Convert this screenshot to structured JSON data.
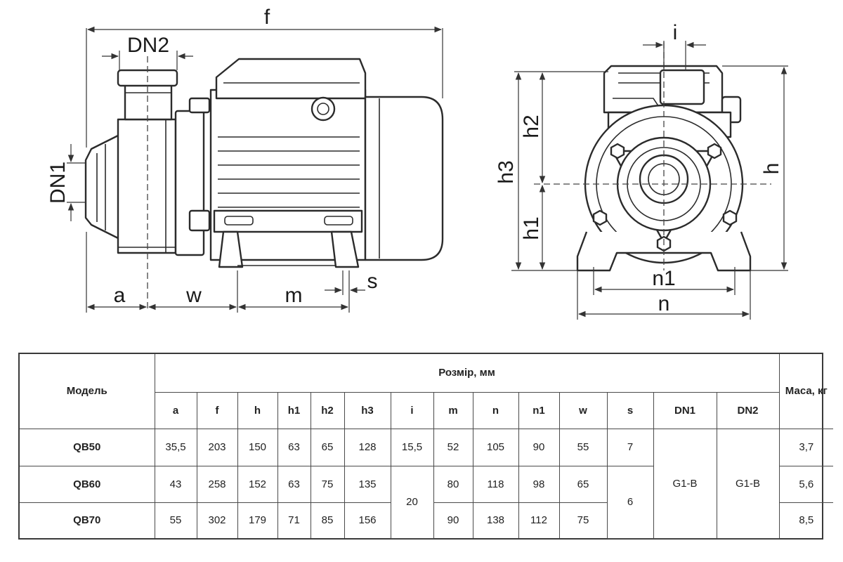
{
  "labels": {
    "f": "f",
    "dn2": "DN2",
    "dn1": "DN1",
    "a": "a",
    "w": "w",
    "m": "m",
    "s": "s",
    "i": "i",
    "h": "h",
    "h1": "h1",
    "h2": "h2",
    "h3": "h3",
    "n": "n",
    "n1": "n1"
  },
  "table": {
    "model_header": "Модель",
    "size_header": "Розмір, мм",
    "mass_header": "Маса, кг",
    "columns": [
      "a",
      "f",
      "h",
      "h1",
      "h2",
      "h3",
      "i",
      "m",
      "n",
      "n1",
      "w",
      "s",
      "DN1",
      "DN2"
    ],
    "rows": [
      {
        "model": "QB50",
        "a": "35,5",
        "f": "203",
        "h": "150",
        "h1": "63",
        "h2": "65",
        "h3": "128",
        "i": "15,5",
        "m": "52",
        "n": "105",
        "n1": "90",
        "w": "55",
        "s": "7",
        "mass": "3,7"
      },
      {
        "model": "QB60",
        "a": "43",
        "f": "258",
        "h": "152",
        "h1": "63",
        "h2": "75",
        "h3": "135",
        "m": "80",
        "n": "118",
        "n1": "98",
        "w": "65",
        "mass": "5,6"
      },
      {
        "model": "QB70",
        "a": "55",
        "f": "302",
        "h": "179",
        "h1": "71",
        "h2": "85",
        "h3": "156",
        "m": "90",
        "n": "138",
        "n1": "112",
        "w": "75",
        "mass": "8,5"
      }
    ],
    "merged": {
      "i_qb60_qb70": "20",
      "s_qb60_qb70": "6",
      "dn1_all": "G1-B",
      "dn2_all": "G1-B"
    }
  }
}
